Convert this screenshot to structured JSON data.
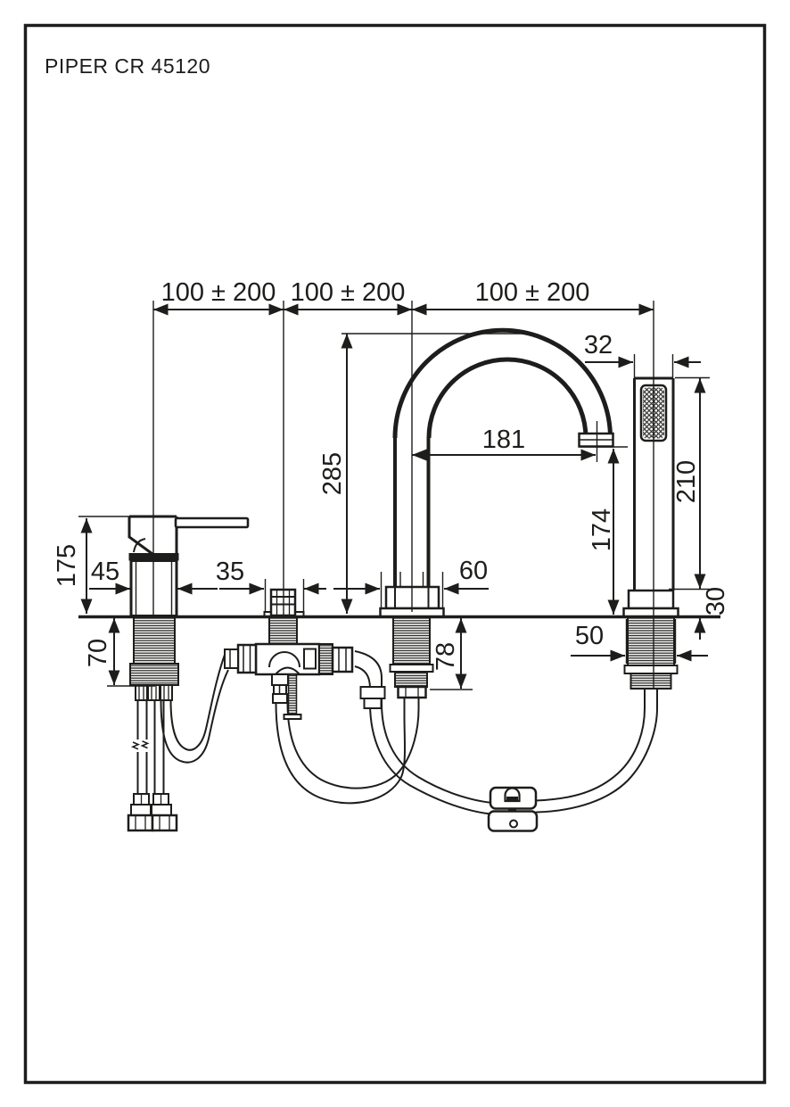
{
  "title": "PIPER CR 45120",
  "dims": {
    "spacing": [
      "100 ± 200",
      "100 ± 200",
      "100 ± 200"
    ],
    "handshower_width": "32",
    "spout_reach": "181",
    "spout_height": "285",
    "handshower_length": "210",
    "spout_outlet_height": "174",
    "mixer_height": "175",
    "mixer_body_width": "45",
    "diverter_width": "35",
    "spout_base_width": "60",
    "mixer_shank_depth": "70",
    "spout_shank_depth": "78",
    "handshower_shank_width": "50",
    "holder_height_above_deck": "30"
  },
  "colors": {
    "ink": "#1d1d1b",
    "paper": "#ffffff"
  }
}
